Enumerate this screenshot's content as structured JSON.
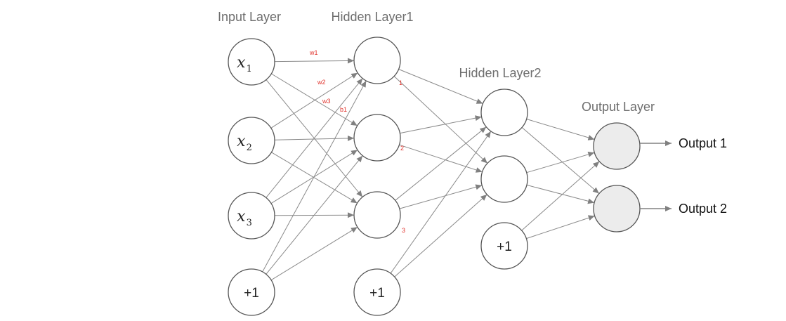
{
  "layers": {
    "input": "Input Layer",
    "hidden1": "Hidden Layer1",
    "hidden2": "Hidden Layer2",
    "output": "Output Layer"
  },
  "input_nodes": [
    {
      "var": "x",
      "sub": "1"
    },
    {
      "var": "x",
      "sub": "2"
    },
    {
      "var": "x",
      "sub": "3"
    }
  ],
  "bias_label": "+1",
  "annotations": {
    "w1": "w1",
    "w2": "w2",
    "w3": "w3",
    "b1": "b1",
    "n1": "1",
    "n2": "2",
    "n3": "3"
  },
  "outputs": [
    "Output 1",
    "Output 2"
  ],
  "colors": {
    "annotation": "#e0322b",
    "output_node_fill": "#ececec",
    "edge": "#8a8a8a"
  }
}
